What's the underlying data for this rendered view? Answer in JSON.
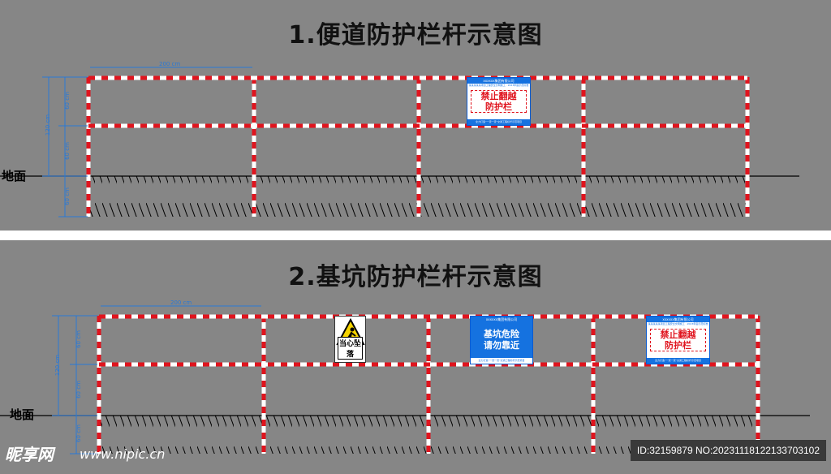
{
  "diagram1": {
    "title": "1.便道防护栏杆示意图",
    "ground_label": "地面",
    "dim_top": "200 cm",
    "dim_left_total": "120 cm",
    "dim_left_upper": "60 cm",
    "dim_left_mid": "60 cm",
    "dim_left_below": "60 cm",
    "sign": {
      "company": "xxxxxx集团有限公司",
      "subtitle": "某某某某某项目工程安全文明施工 · 2023年度示范标准",
      "main": "禁止翻越\n防护栏",
      "footer": "全力打造“一流一流”交通工程标杆示范项目"
    }
  },
  "diagram2": {
    "title": "2.基坑防护栏杆示意图",
    "ground_label": "地面",
    "dim_top": "200 cm",
    "dim_left_total": "120 cm",
    "dim_left_upper": "60 cm",
    "dim_left_mid": "60 cm",
    "dim_left_below": "60 cm",
    "warning_sign": {
      "caption": "当心坠落",
      "icon": "falling-person-warning-icon"
    },
    "sign_danger": {
      "company": "xxxxxx集团有限公司",
      "main": "基坑危险\n请勿靠近",
      "footer": "全力打造“一流一流”交通工程标杆示范项目"
    },
    "sign_no_climb": {
      "company": "xxxxxx集团有限公司",
      "subtitle": "某某某某某项目工程安全文明施工 · 2023年度示范标准",
      "main": "禁止翻越\n防护栏",
      "footer": "全力打造“一流一流”交通工程标杆示范项目"
    }
  },
  "colors": {
    "background": "#868686",
    "rail_red": "#e0141e",
    "rail_white": "#ffffff",
    "dimension_blue": "#2a79d6",
    "sign_blue": "#1572e0"
  },
  "watermark": {
    "logo": "昵享网",
    "url": "www.nipic.cn",
    "id": "ID:32159879 NO:20231118122133703102"
  }
}
